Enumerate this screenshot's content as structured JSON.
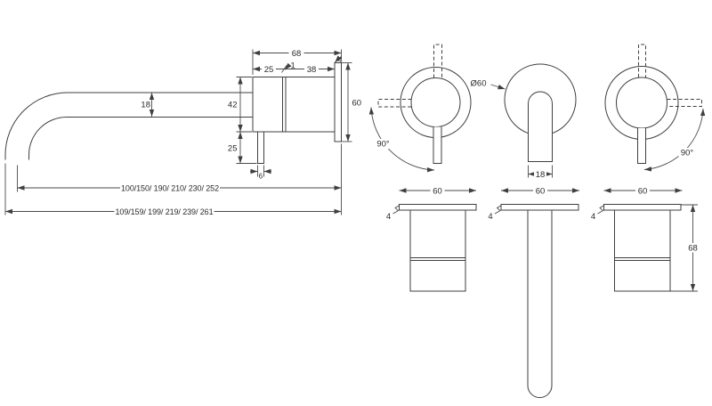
{
  "side_view": {
    "width_total": "68",
    "section_left": "25",
    "section_gap": "1",
    "section_right": "38",
    "plate_thickness": "4",
    "plate_height": "60",
    "spout_diameter": "18",
    "body_height": "42",
    "lever_drop": "25",
    "lever_width": "6",
    "spout_length_options": "100/150/ 190/ 210/ 230/ 252",
    "overall_length_options": "109/159/ 199/ 219/ 239/ 261"
  },
  "front_view": {
    "flange_diameter": "Ø60",
    "rotation_left": "90°",
    "rotation_right": "90°",
    "spout_width": "18",
    "flange_width_left": "60",
    "flange_width_middle": "60",
    "flange_width_right": "60"
  },
  "profile_view": {
    "plate_thickness_left": "4",
    "plate_thickness_middle": "4",
    "plate_thickness_right": "4",
    "handle_depth": "68"
  }
}
